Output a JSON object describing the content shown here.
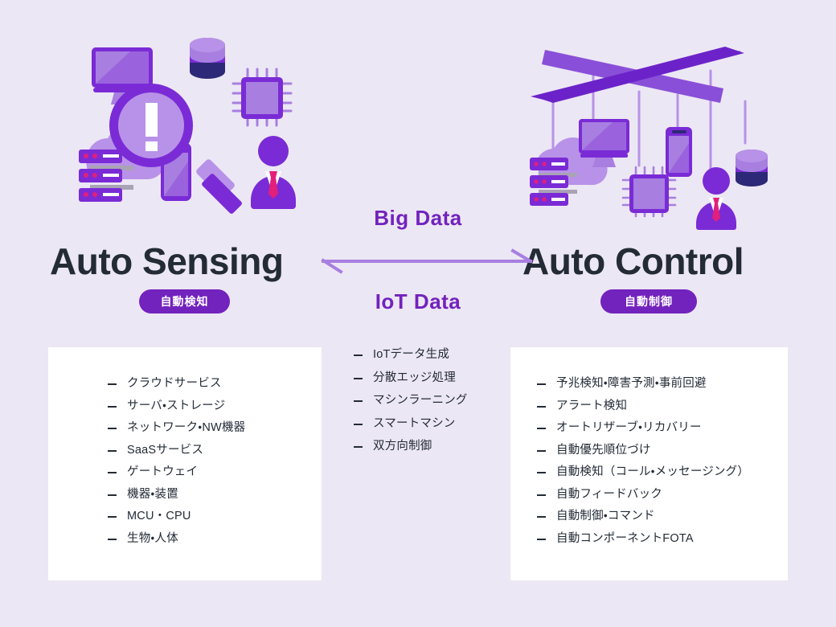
{
  "theme": {
    "background": "#ece7f4",
    "card_bg": "#ffffff",
    "heading_color": "#232b36",
    "accent_purple": "#7222bd",
    "accent_light_purple": "#a87fe0",
    "badge_bg": "#7222bd",
    "badge_text": "#ffffff",
    "arrow_color": "#a87fe0"
  },
  "left": {
    "title": "Auto Sensing",
    "badge": "自動検知",
    "illustration_name": "auto-sensing-illustration",
    "icons": [
      "monitor-icon",
      "database-cylinder-icon",
      "chip-icon",
      "cloud-server-icon",
      "magnifier-alert-icon",
      "smartphone-icon",
      "person-icon"
    ],
    "items": [
      "クラウドサービス",
      "サーバ・ストレージ",
      "ネットワーク・NW機器",
      "SaaSサービス",
      "ゲートウェイ",
      "機器・装置",
      "MCU・CPU",
      "生物・人体"
    ]
  },
  "center": {
    "label_top": "Big Data",
    "label_bottom": "IoT Data",
    "arrow_name": "bidirectional-arrow",
    "items": [
      "IoTデータ生成",
      "分散エッジ処理",
      "マシンラーニング",
      "スマートマシン",
      "双方向制御"
    ]
  },
  "right": {
    "title": "Auto Control",
    "badge": "自動制御",
    "illustration_name": "auto-control-illustration",
    "icons": [
      "crossed-beams-icon",
      "cloud-server-icon",
      "monitor-icon",
      "chip-icon",
      "smartphone-icon",
      "person-icon",
      "database-cylinder-icon"
    ],
    "items": [
      "予兆検知・障害予測・事前回避",
      "アラート検知",
      "オートリザーブ・リカバリー",
      "自動優先順位づけ",
      "自動検知（コール・メッセージング）",
      "自動フィードバック",
      "自動制御・コマンド",
      "自動コンポーネントFOTA"
    ]
  }
}
